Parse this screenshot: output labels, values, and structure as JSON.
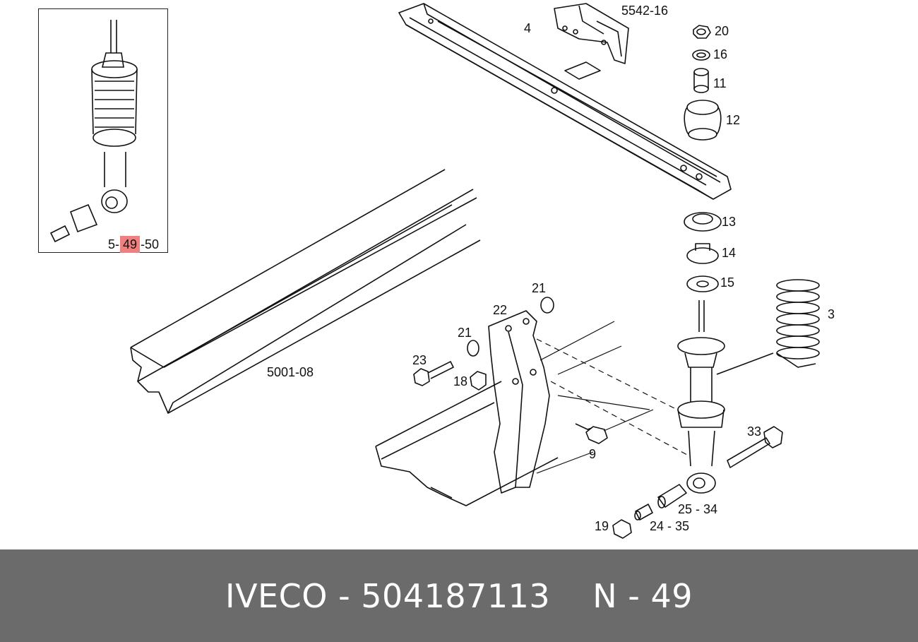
{
  "inset": {
    "label_prefix": "5-",
    "label_highlight": "49",
    "label_suffix": "-50"
  },
  "callouts": {
    "c4": "4",
    "c5542_16": "5542-16",
    "c20": "20",
    "c16": "16",
    "c11": "11",
    "c12": "12",
    "c13": "13",
    "c14": "14",
    "c15": "15",
    "c3": "3",
    "c21a": "21",
    "c22": "22",
    "c21b": "21",
    "c23": "23",
    "c18": "18",
    "c5001_08": "5001-08",
    "c9": "9",
    "c33": "33",
    "c25_34": "25 - 34",
    "c24_35": "24 - 35",
    "c19": "19"
  },
  "footer": {
    "brand_part": "IVECO - 504187113",
    "ref": "N - 49"
  },
  "colors": {
    "footer_bg": "#6b6b6b",
    "highlight": "#f08080",
    "line": "#111111"
  }
}
